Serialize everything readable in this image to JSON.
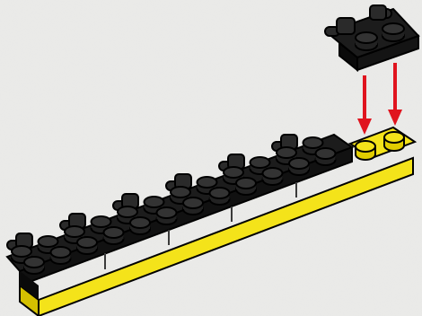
{
  "scene": {
    "colors": {
      "background": "#e9e9e7",
      "brick_black": "#1a1a1a",
      "stud_black": "#2a2a2a",
      "brick_edge": "#000000",
      "plate_yellow": "#f4e31a",
      "plate_yellow_side": "#e2cd00",
      "arrow_red": "#e0141e"
    },
    "step": {
      "description_icon": "assembly-step-icon",
      "base_plate": {
        "color_name": "yellow",
        "length_studs": 14
      },
      "clip_plates_on_base": 6,
      "exposed_yellow_studs": 2,
      "new_part": {
        "color_name": "black",
        "type": "clip-plate-1x2"
      },
      "arrows": 2
    }
  }
}
